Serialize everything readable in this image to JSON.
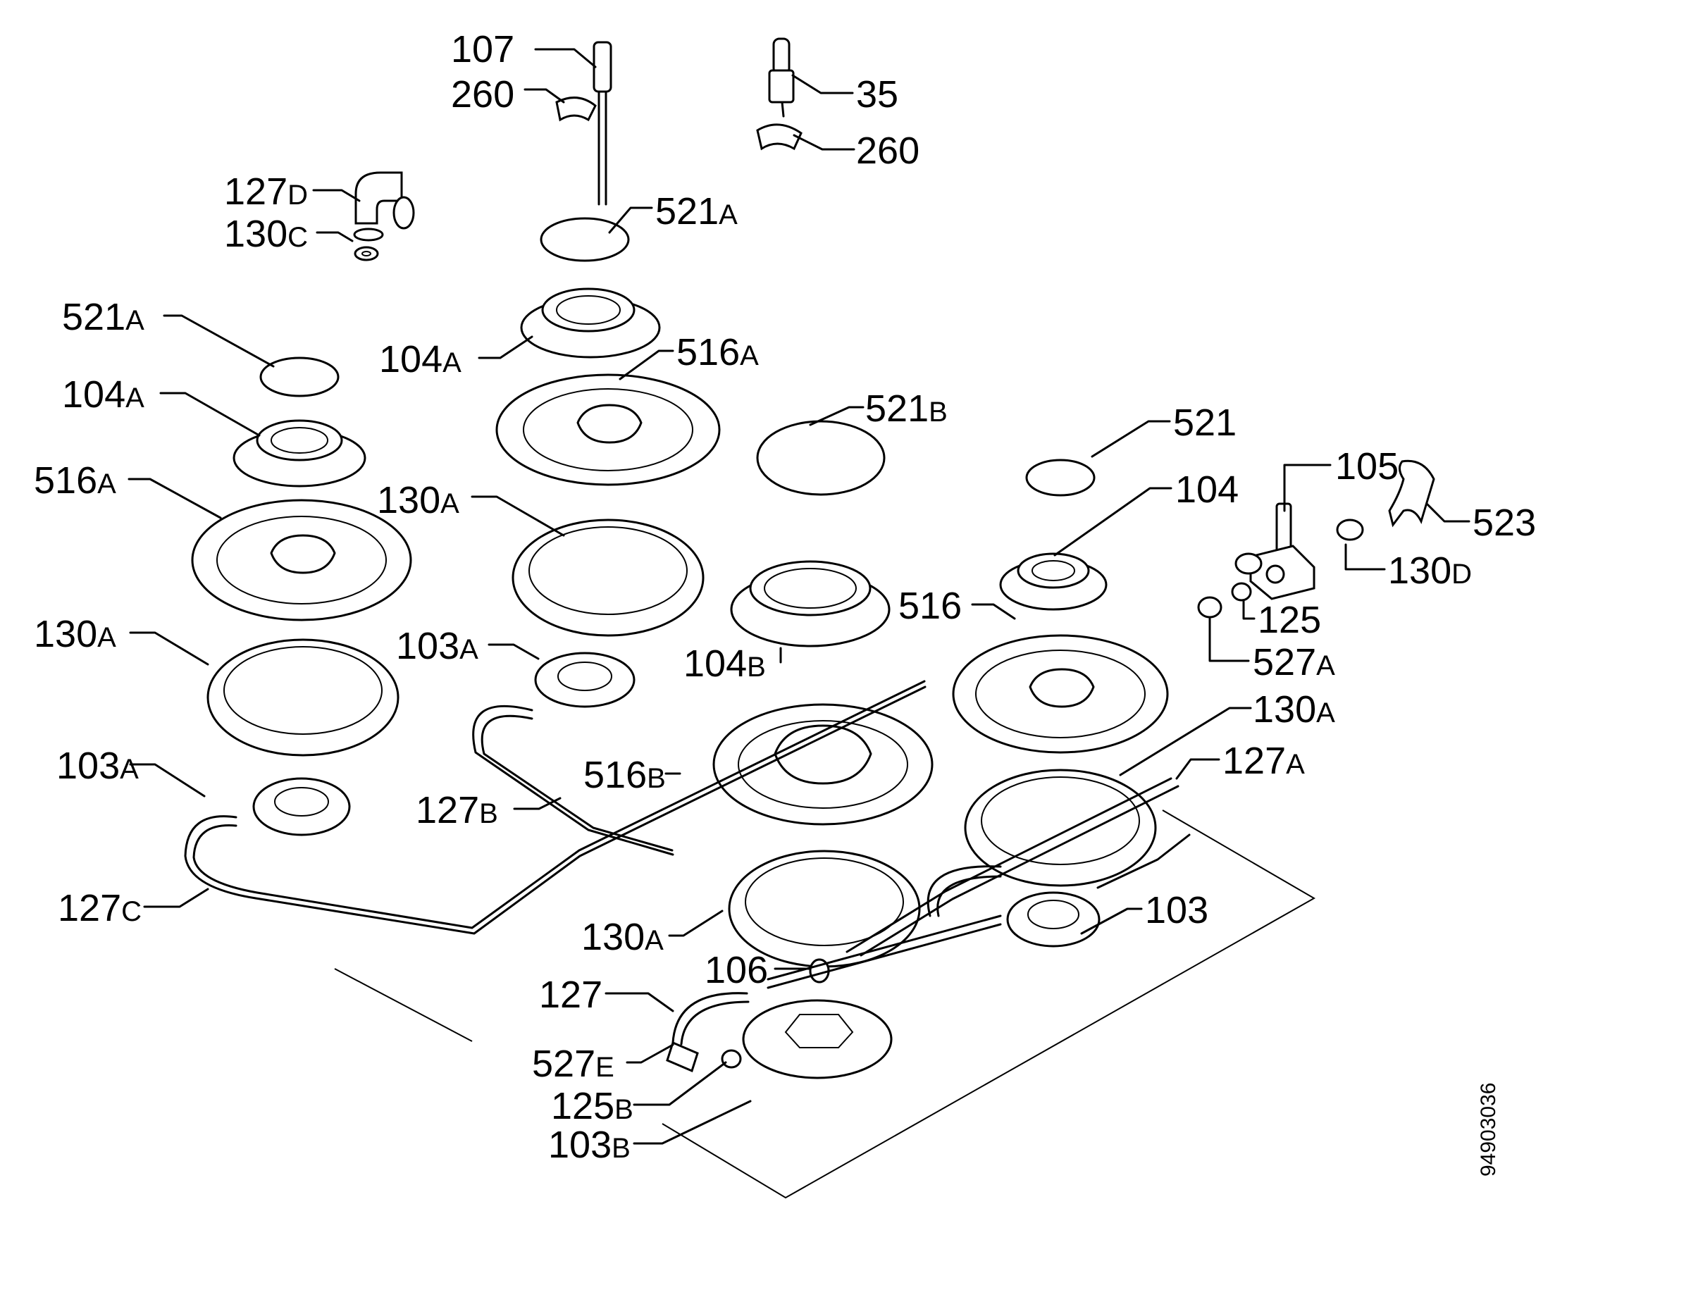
{
  "document_number": "94903036",
  "labels": [
    {
      "id": "l107",
      "main": "107",
      "suffix": ""
    },
    {
      "id": "l260a",
      "main": "260",
      "suffix": ""
    },
    {
      "id": "l35",
      "main": "35",
      "suffix": ""
    },
    {
      "id": "l260b",
      "main": "260",
      "suffix": ""
    },
    {
      "id": "l127d",
      "main": "127",
      "suffix": "D"
    },
    {
      "id": "l130c",
      "main": "130",
      "suffix": "C"
    },
    {
      "id": "l521a_top",
      "main": "521",
      "suffix": "A"
    },
    {
      "id": "l521a_left",
      "main": "521",
      "suffix": "A"
    },
    {
      "id": "l104a_top",
      "main": "104",
      "suffix": "A"
    },
    {
      "id": "l104a_left",
      "main": "104",
      "suffix": "A"
    },
    {
      "id": "l516a_top",
      "main": "516",
      "suffix": "A"
    },
    {
      "id": "l516a_left",
      "main": "516",
      "suffix": "A"
    },
    {
      "id": "l521b",
      "main": "521",
      "suffix": "B"
    },
    {
      "id": "l521",
      "main": "521",
      "suffix": ""
    },
    {
      "id": "l105",
      "main": "105",
      "suffix": ""
    },
    {
      "id": "l523",
      "main": "523",
      "suffix": ""
    },
    {
      "id": "l104",
      "main": "104",
      "suffix": ""
    },
    {
      "id": "l130d",
      "main": "130",
      "suffix": "D"
    },
    {
      "id": "l130a_mid",
      "main": "130",
      "suffix": "A"
    },
    {
      "id": "l125",
      "main": "125",
      "suffix": ""
    },
    {
      "id": "l516",
      "main": "516",
      "suffix": ""
    },
    {
      "id": "l527a",
      "main": "527",
      "suffix": "A"
    },
    {
      "id": "l130a_left",
      "main": "130",
      "suffix": "A"
    },
    {
      "id": "l103a_mid",
      "main": "103",
      "suffix": "A"
    },
    {
      "id": "l104b",
      "main": "104",
      "suffix": "B"
    },
    {
      "id": "l130a_right",
      "main": "130",
      "suffix": "A"
    },
    {
      "id": "l516b",
      "main": "516",
      "suffix": "B"
    },
    {
      "id": "l103a_left",
      "main": "103",
      "suffix": "A"
    },
    {
      "id": "l127a",
      "main": "127",
      "suffix": "A"
    },
    {
      "id": "l127b",
      "main": "127",
      "suffix": "B"
    },
    {
      "id": "l103",
      "main": "103",
      "suffix": ""
    },
    {
      "id": "l127c",
      "main": "127",
      "suffix": "C"
    },
    {
      "id": "l130a_bottom",
      "main": "130",
      "suffix": "A"
    },
    {
      "id": "l106",
      "main": "106",
      "suffix": ""
    },
    {
      "id": "l127",
      "main": "127",
      "suffix": ""
    },
    {
      "id": "l527e",
      "main": "527",
      "suffix": "E"
    },
    {
      "id": "l125b",
      "main": "125",
      "suffix": "B"
    },
    {
      "id": "l103b",
      "main": "103",
      "suffix": "B"
    }
  ]
}
